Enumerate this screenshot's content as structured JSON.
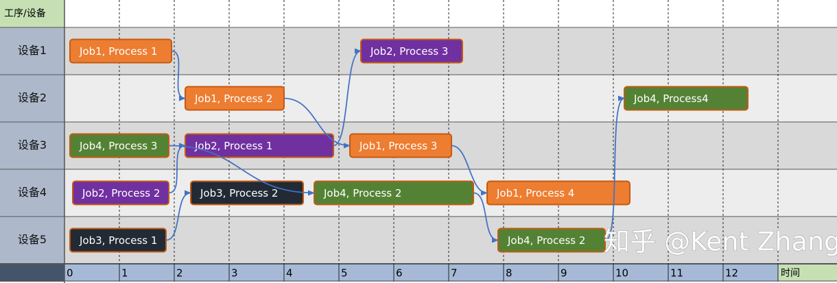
{
  "chart_data": {
    "type": "gantt",
    "corner_label": "工序/设备",
    "x_axis_label": "时间",
    "x_ticks": [
      0,
      1,
      2,
      3,
      4,
      5,
      6,
      7,
      8,
      9,
      10,
      11,
      12
    ],
    "x_range": [
      0,
      14
    ],
    "rows": [
      "设备1",
      "设备2",
      "设备3",
      "设备4",
      "设备5"
    ],
    "grid": true,
    "bars": [
      {
        "label": "Job1, Process 1",
        "row": 0,
        "start": 0.1,
        "end": 1.95,
        "color": "#ed7d31"
      },
      {
        "label": "Job2, Process 3",
        "row": 0,
        "start": 5.4,
        "end": 7.25,
        "color": "#7030a0"
      },
      {
        "label": "Job1, Process 2",
        "row": 1,
        "start": 2.2,
        "end": 4.0,
        "color": "#ed7d31"
      },
      {
        "label": "Job4, Process4",
        "row": 1,
        "start": 10.2,
        "end": 12.45,
        "color": "#548235"
      },
      {
        "label": "Job4, Process 3",
        "row": 2,
        "start": 0.1,
        "end": 1.9,
        "color": "#548235"
      },
      {
        "label": "Job2,   Process 1",
        "row": 2,
        "start": 2.2,
        "end": 4.9,
        "color": "#7030a0"
      },
      {
        "label": "Job1, Process 3",
        "row": 2,
        "start": 5.2,
        "end": 7.05,
        "color": "#ed7d31"
      },
      {
        "label": "Job2, Process 2",
        "row": 3,
        "start": 0.15,
        "end": 1.9,
        "color": "#7030a0"
      },
      {
        "label": "Job3, Process 2",
        "row": 3,
        "start": 2.3,
        "end": 4.35,
        "color": "#222a35"
      },
      {
        "label": "Job4, Process 2",
        "row": 3,
        "start": 4.55,
        "end": 7.45,
        "color": "#548235"
      },
      {
        "label": "Job1, Process 4",
        "row": 3,
        "start": 7.7,
        "end": 10.3,
        "color": "#ed7d31"
      },
      {
        "label": "Job3, Process 1",
        "row": 4,
        "start": 0.1,
        "end": 1.85,
        "color": "#222a35"
      },
      {
        "label": "Job4, Process 2",
        "row": 4,
        "start": 7.9,
        "end": 9.85,
        "color": "#548235"
      }
    ],
    "arrows": [
      {
        "from": 0,
        "to": 2
      },
      {
        "from": 2,
        "to": 6
      },
      {
        "from": 6,
        "to": 10
      },
      {
        "from": 5,
        "to": 1
      },
      {
        "from": 7,
        "to": 5
      },
      {
        "from": 11,
        "to": 8
      },
      {
        "from": 4,
        "to": 9
      },
      {
        "from": 9,
        "to": 12
      },
      {
        "from": 12,
        "to": 3
      }
    ],
    "colors": {
      "header_bg": "#c6e0b4",
      "axis_bg": "#adb9ca",
      "axis_row_bg": "#a6bad8",
      "row_dark": "#d9d9d9",
      "row_light": "#ededed",
      "arrow": "#4472c4",
      "bar_border": "#c55a11"
    }
  },
  "watermark": "知乎 @Kent Zhang"
}
